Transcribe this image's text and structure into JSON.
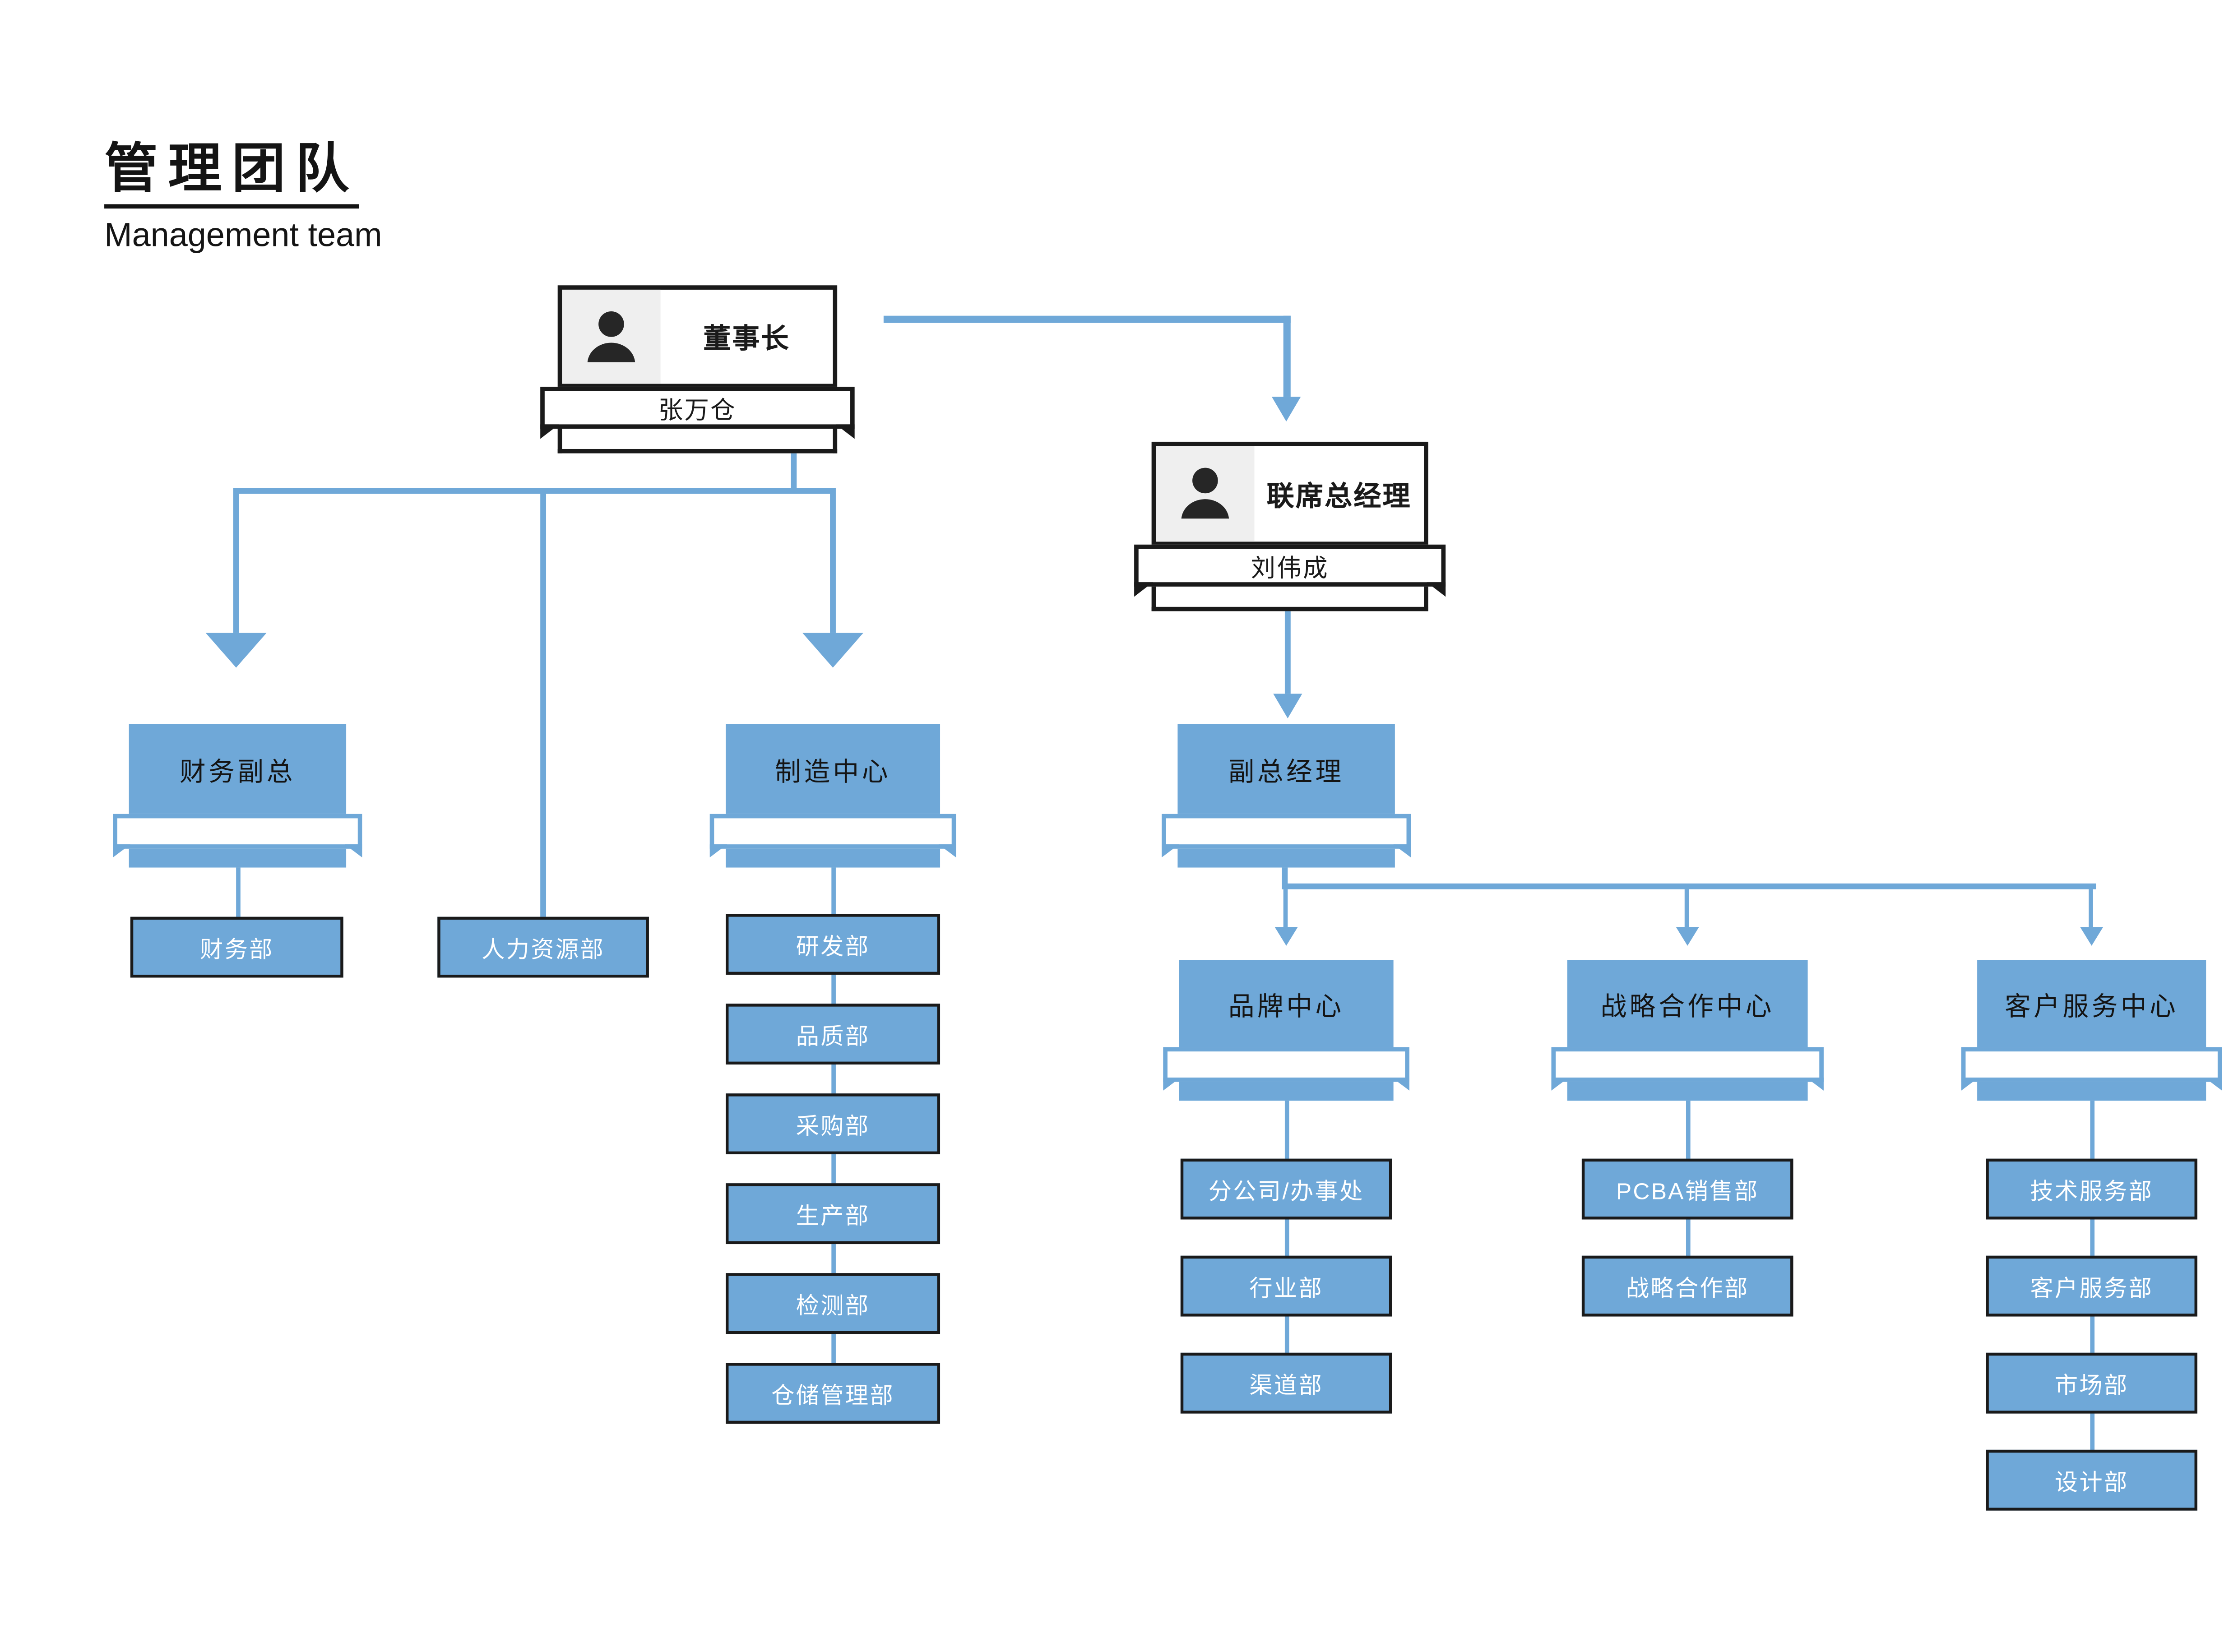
{
  "header": {
    "title": "管理团队",
    "subtitle": "Management team"
  },
  "colors": {
    "accent": "#6FA8D8",
    "box_border": "#1A1A1A",
    "dept_text": "#FFFFFF",
    "photo_bg": "#EFEFEF",
    "icon": "#262626"
  },
  "icons": {
    "avatar": "person-icon"
  },
  "org": {
    "chairman": {
      "title": "董事长",
      "name": "张万仓"
    },
    "co_general_manager": {
      "title": "联席总经理",
      "name": "刘伟成"
    },
    "vice_general_manager": {
      "title": "副总经理"
    },
    "branches": [
      {
        "id": "finance",
        "header": "财务副总",
        "departments": [
          "财务部"
        ]
      },
      {
        "id": "hr",
        "header": null,
        "departments": [
          "人力资源部"
        ]
      },
      {
        "id": "manufacturing",
        "header": "制造中心",
        "departments": [
          "研发部",
          "品质部",
          "采购部",
          "生产部",
          "检测部",
          "仓储管理部"
        ]
      },
      {
        "id": "brand",
        "header": "品牌中心",
        "departments": [
          "分公司/办事处",
          "行业部",
          "渠道部"
        ]
      },
      {
        "id": "strategy",
        "header": "战略合作中心",
        "departments": [
          "PCBA销售部",
          "战略合作部"
        ]
      },
      {
        "id": "service",
        "header": "客户服务中心",
        "departments": [
          "技术服务部",
          "客户服务部",
          "市场部",
          "设计部"
        ]
      }
    ]
  }
}
